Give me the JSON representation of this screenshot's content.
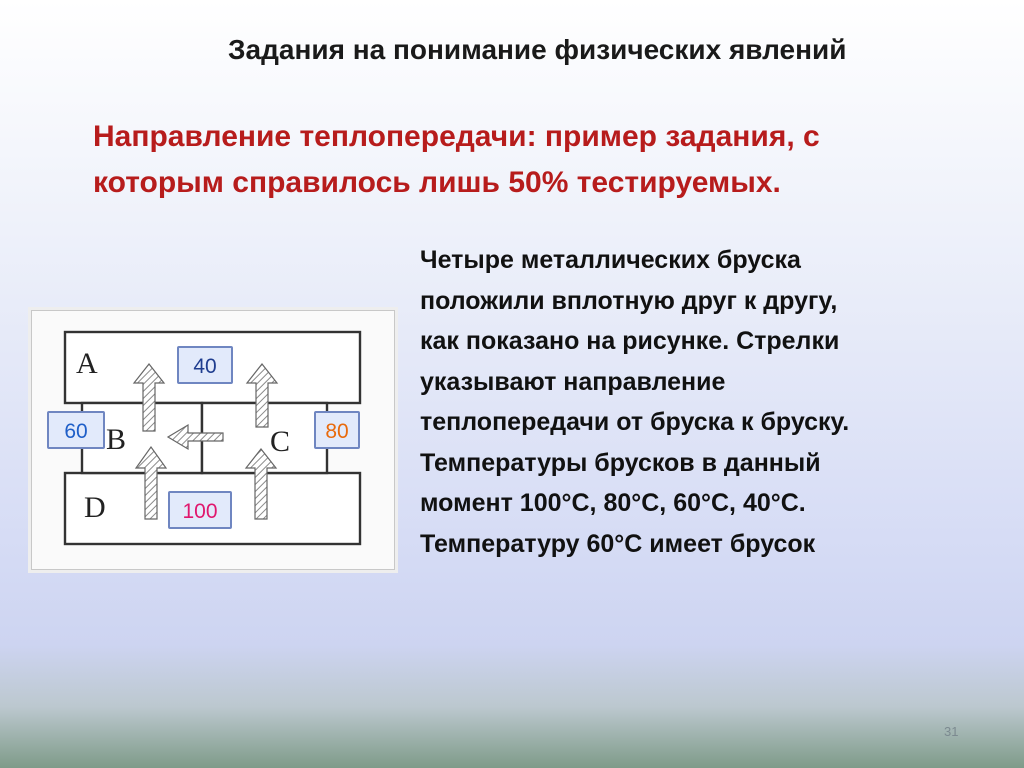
{
  "slide": {
    "title": "Задания на понимание физических явлений",
    "subtitle_lines": [
      "Направление теплопередачи: пример задания, с",
      "которым справилось лишь 50% тестируемых."
    ],
    "task_lines": [
      "Четыре металлических бруска",
      "положили вплотную друг к другу,",
      "как показано на рисунке. Стрелки",
      "указывают направление",
      "теплопередачи от бруска к бруску.",
      "Температуры брусков в данный",
      "момент 100°С, 80°С, 60°С, 40°С.",
      "Температуру 60°С имеет брусок"
    ],
    "page_number": "31"
  },
  "figure": {
    "bar_labels": {
      "a": "A",
      "b": "B",
      "c": "C",
      "d": "D"
    },
    "temperatures": {
      "a": {
        "value": "40",
        "color": "#1f3d8f"
      },
      "b": {
        "value": "60",
        "color": "#1f5fc8"
      },
      "c": {
        "value": "80",
        "color": "#e86a0c"
      },
      "d": {
        "value": "100",
        "color": "#e0176e"
      }
    }
  }
}
